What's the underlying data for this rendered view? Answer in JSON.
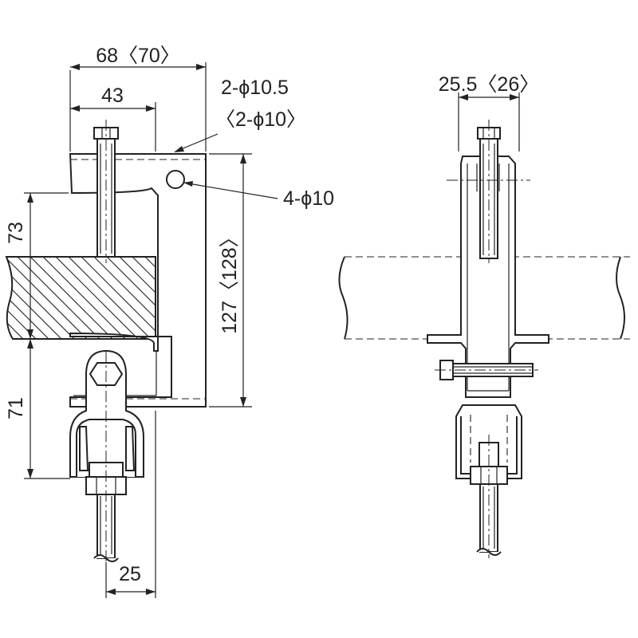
{
  "dimensions": {
    "width_outer": "68〈70〉",
    "width_inner": "43",
    "hole_top_line1": "2-ϕ10.5",
    "hole_top_line2": "〈2-ϕ10〉",
    "hole_side": "4-ϕ10",
    "height_total": "127〈128〉",
    "height_upper": "73",
    "height_lower": "71",
    "bottom_offset": "25",
    "side_width": "25.5〈26〉"
  }
}
